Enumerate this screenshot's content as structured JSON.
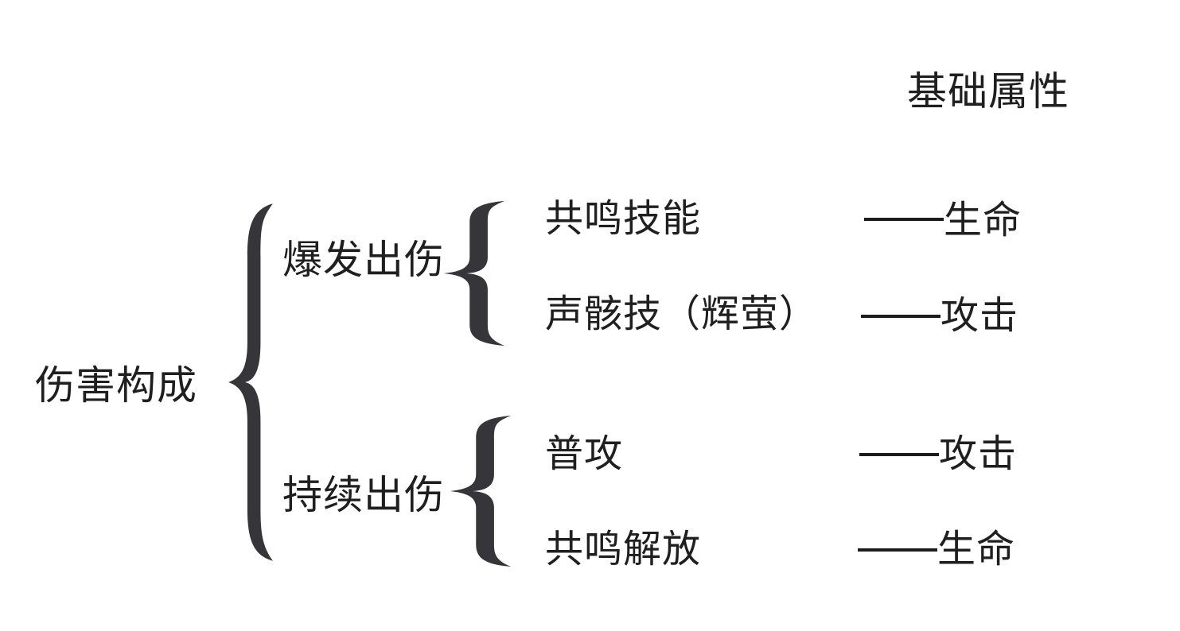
{
  "header": {
    "title": "基础属性"
  },
  "tree": {
    "root": "伤害构成",
    "branches": [
      {
        "label": "爆发出伤",
        "children": [
          {
            "skill": "共鸣技能",
            "attribute": "生命"
          },
          {
            "skill": "声骸技（辉萤）",
            "attribute": "攻击"
          }
        ]
      },
      {
        "label": "持续出伤",
        "children": [
          {
            "skill": "普攻",
            "attribute": "攻击"
          },
          {
            "skill": "共鸣解放",
            "attribute": "生命"
          }
        ]
      }
    ]
  },
  "colors": {
    "text": "#1f1f1f",
    "brace": "#35353a",
    "line": "#1c1c1c",
    "background": "#ffffff"
  }
}
